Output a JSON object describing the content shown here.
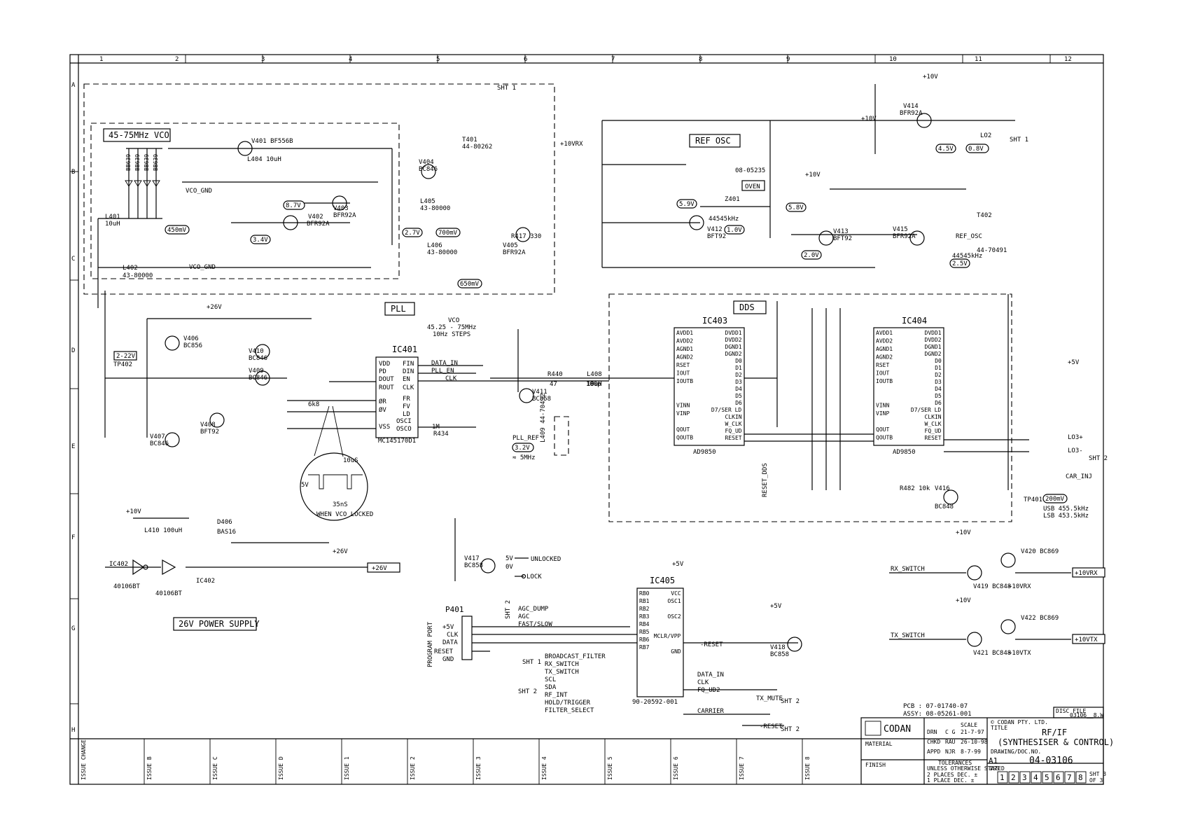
{
  "ruler": {
    "cols": [
      "1",
      "2",
      "3",
      "4",
      "5",
      "6",
      "7",
      "8",
      "9",
      "10",
      "11",
      "12"
    ],
    "rows": [
      "A",
      "B",
      "C",
      "D",
      "E",
      "F",
      "G",
      "H"
    ]
  },
  "blocks": {
    "vco": "45-75MHz VCO",
    "ref_osc": "REF OSC",
    "pll": "PLL",
    "dds": "DDS",
    "psu": "26V POWER SUPPLY"
  },
  "vco": {
    "d1": "BB639",
    "v401": "V401 BF556B",
    "l404": "L404 10uH",
    "v402": "V402",
    "v402_type": "BFR92A",
    "v403": "V403",
    "v403_type": "BFR92A",
    "v404": "V404",
    "v404_type": "BC846",
    "v405": "V405",
    "v405_type": "BFR92A",
    "l401": "L401",
    "l401_val": "10uH",
    "l402": "L402",
    "l402_val": "43-80000",
    "vco_gnd": "VCO_GND",
    "l405": "L405",
    "l405_val": "43-80000",
    "l406": "L406",
    "l406_val": "43-80000",
    "t401": "T401",
    "t401_val": "44-80262",
    "sht1": "SHT 1",
    "v10vrx": "+10VRX",
    "r417": "R417 330",
    "tp1": "450mV",
    "tp2": "8.7V",
    "tp3": "3.4V",
    "tp4": "2.7V",
    "tp5": "700mV",
    "tp6": "650mV"
  },
  "ref": {
    "oven": "OVEN",
    "oven_pn": "08-05235",
    "z401": "Z401",
    "xtal": "44545kHz",
    "v412": "V412",
    "v412_type": "BFT92",
    "v413": "V413",
    "v413_type": "BFT92",
    "v415": "V415",
    "v415_type": "BFR92A",
    "v414": "V414",
    "v414_type": "BFR92A",
    "v10v": "+10V",
    "r10v": "+10V",
    "ref_osc": "REF_OSC",
    "ref_freq": "44545kHz",
    "t402": "T402",
    "t402_val": "44-70491",
    "lo2": "LO2",
    "sht1": "SHT 1",
    "tp1": "5.9V",
    "tp2": "1.0V",
    "tp3": "5.8V",
    "tp4": "2.0V",
    "tp5": "4.5V",
    "tp6": "0.8V",
    "tp7": "2.5V"
  },
  "pll": {
    "ic": "IC401",
    "part": "MC145170D1",
    "pin_l": [
      "VDD",
      "PD",
      "DOUT",
      "ROUT",
      "ØR",
      "ØV",
      "VSS"
    ],
    "pin_r": [
      "FIN",
      "DIN",
      "EN",
      "CLK",
      "FR",
      "FV",
      "LD",
      "OSCI",
      "OSCO"
    ],
    "sig_data": "DATA_IN",
    "sig_en": "PLL_EN",
    "sig_clk": "CLK",
    "r434": "R434",
    "r434_val": "1M",
    "v406": "V406",
    "v406_type": "BC856",
    "v410": "V410",
    "v410_type": "BC846",
    "v409": "V409",
    "v409_type": "BC846",
    "v408": "V408",
    "v408_type": "BFT92",
    "v407": "V407",
    "v407_type": "BC846",
    "p26v": "+26V",
    "tp402": "TP402",
    "tp_range": "2-22V",
    "vco_label": "VCO",
    "vco_freq": "45.25 - 75MHz",
    "vco_steps": "10Hz STEPS",
    "r432_val": "6k8",
    "wave_period": "10uS",
    "wave_amp": "5V",
    "wave_width": "35nS",
    "wave_caption": "WHEN VCO LOCKED",
    "v417": "V417",
    "v417_type": "BC858",
    "lock_5v": "5V",
    "lock_0v": "0V",
    "unlocked": "UNLOCKED",
    "lock": "LOCK"
  },
  "buf": {
    "v411": "V411",
    "v411_type": "BC858",
    "r440": "R440",
    "r440_val": "47",
    "c434_val": "100p",
    "l408": "L408",
    "l408_val": "10uH",
    "pll_ref": "PLL_REF",
    "tp1": "3.2V",
    "tp1_freq": "≈ 5MHz",
    "l409": "L409 44-70492"
  },
  "dds": {
    "ic403": "IC403",
    "ic404": "IC404",
    "part": "AD9850",
    "pins_l": [
      "AVDD1",
      "AVDD2",
      "AGND1",
      "AGND2",
      "RSET",
      "IOUT",
      "IOUTB",
      "",
      "",
      "VINN",
      "VINP",
      "",
      "QOUT",
      "QOUTB"
    ],
    "pins_r": [
      "DVDD1",
      "DVDD2",
      "DGND1",
      "DGND2",
      "D0",
      "D1",
      "D2",
      "D3",
      "D4",
      "D5",
      "D6",
      "D7/SER LD",
      "CLKIN",
      "W_CLK",
      "FQ_UD",
      "RESET"
    ],
    "lo3p": "LO3+",
    "lo3m": "LO3-",
    "sht2": "SHT 2",
    "car_inj": "CAR_INJ",
    "v416": "V416",
    "v416_type": "BC848",
    "r482": "R482 10k",
    "tp401": "TP401",
    "tp_level": "200mV",
    "usb": "USB 455.5kHz",
    "lsb": "LSB 453.5kHz",
    "reset_dds": "RESET_DDS",
    "p5v": "+5V"
  },
  "psu": {
    "ic402": "IC402",
    "part": "40106BT",
    "ic402b": "IC402",
    "p10v": "+10V",
    "l410": "L410 100uH",
    "d406": "D406",
    "bas16": "BAS16",
    "p26v": "+26V",
    "out": "+26V"
  },
  "ctl": {
    "ic": "IC405",
    "part": "90-20592-001",
    "p5v": "+5V",
    "pins_l": [
      "RB0",
      "RB1",
      "RB2",
      "RB3",
      "RB4",
      "RB5",
      "RB6",
      "RB7"
    ],
    "pins_r": [
      "VCC",
      "OSC1",
      "OSC2",
      "MCLR/VPP",
      "GND"
    ],
    "p401": "P401",
    "program_port": "PROGRAM PORT",
    "port": [
      "+5V",
      "CLK",
      "DATA",
      "RESET",
      "GND"
    ],
    "agc_dump": "AGC_DUMP",
    "agc": "AGC",
    "fast_slow": "FAST/SLOW",
    "sht1": "SHT 1",
    "sht2": "SHT 2",
    "rc": [
      "BROADCAST_FILTER",
      "RX_SWITCH",
      "TX_SWITCH",
      "SCL",
      "SDA",
      "RF_INT",
      "HOLD/TRIGGER",
      "FILTER_SELECT"
    ],
    "ra": [
      "DATA_IN",
      "CLK",
      "FQ_UD2",
      "TX_MUTE",
      "CARRIER"
    ],
    "reset": "-RESET",
    "reset_out": "-RESET",
    "v418": "V418",
    "v418_type": "BC858"
  },
  "sw": {
    "rx": "RX_SWITCH",
    "tx": "TX_SWITCH",
    "v419": "V419 BC848",
    "v420": "V420 BC869",
    "v421": "V421 BC848",
    "v422": "V422 BC869",
    "p10v": "+10V",
    "out_rx": "+10VRX",
    "out_tx": "+10VTX",
    "rx_ret": "+10VRX",
    "tx_ret": "+10VTX"
  },
  "issues": [
    "ISSUE CHANGE",
    "ISSUE B",
    "ISSUE C",
    "ISSUE D",
    "ISSUE 1",
    "ISSUE 2",
    "ISSUE 3",
    "ISSUE 4",
    "ISSUE 5",
    "ISSUE 6",
    "ISSUE 7",
    "ISSUE 8"
  ],
  "title_block": {
    "pcb": "PCB : 07-01740-07",
    "assy": "ASSY: 08-05261-001",
    "disc_label": "DISC FILE",
    "disc_file": "03106__8.W",
    "company": "CODAN",
    "material": "MATERIAL",
    "finish": "FINISH",
    "dwn": "DRN",
    "dwn_by": "C G",
    "dwn_date": "21-7-97",
    "scale": "SCALE",
    "chkd": "CHKD",
    "chkd_by": "RAU",
    "chkd_date": "26-10-98",
    "appd": "APPD",
    "appd_by": "NJR",
    "appd_date": "8-7-99",
    "tolerances": "TOLERANCES",
    "tol_note": "UNLESS OTHERWISE STATED",
    "tol_2": "2 PLACES DEC. ±",
    "tol_3": "1 PLACE DEC. ±",
    "copyright": "© CODAN PTY. LTD.",
    "title_label": "TITLE",
    "title_1": "RF/IF",
    "title_2": "(SYNTHESISER & CONTROL)",
    "dwg_label": "DRAWING/DOC.NO.",
    "size": "A1",
    "dwg_no": "04-03106",
    "iss_label": "ISS",
    "iss_numbers": [
      "1",
      "2",
      "3",
      "4",
      "5",
      "6",
      "7",
      "8"
    ],
    "sheet": "SHT 3",
    "of": "OF 3"
  }
}
